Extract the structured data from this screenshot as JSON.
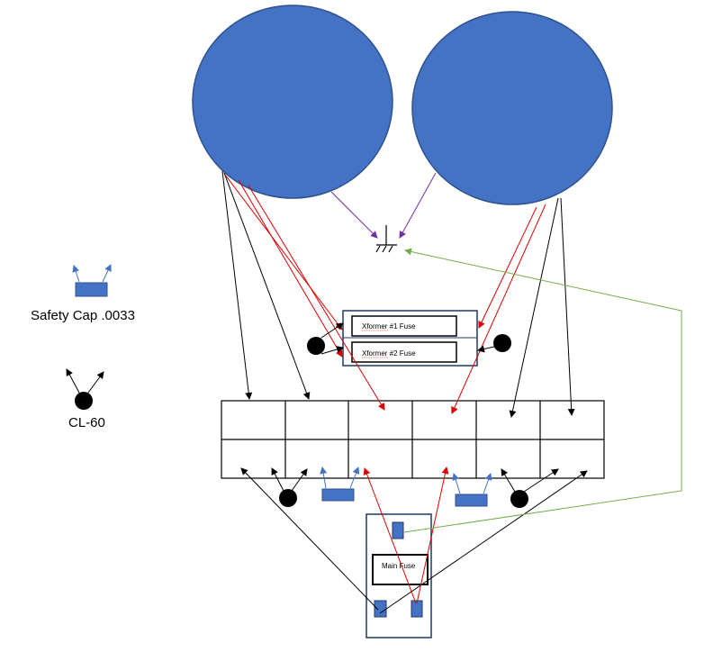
{
  "labels": {
    "xformer1_fuse": "Xformer #1 Fuse",
    "xformer2_fuse": "Xformer #2 Fuse",
    "main_fuse": "Main Fuse",
    "safety_cap": "Safety Cap .0033",
    "cl60": "CL-60"
  },
  "colors": {
    "primary_fill": "#4472c4",
    "primary_stroke": "#2f528f",
    "arrow_black": "#000000",
    "arrow_red": "#e00000",
    "arrow_purple": "#7030a0",
    "arrow_green": "#70ad47",
    "arrow_blue": "#4472c4",
    "panel_border": "#1f3864"
  },
  "icons": {
    "ground": "ground-symbol-icon",
    "thermistor": "cl60-thermistor-icon",
    "capacitor": "safety-capacitor-icon"
  }
}
